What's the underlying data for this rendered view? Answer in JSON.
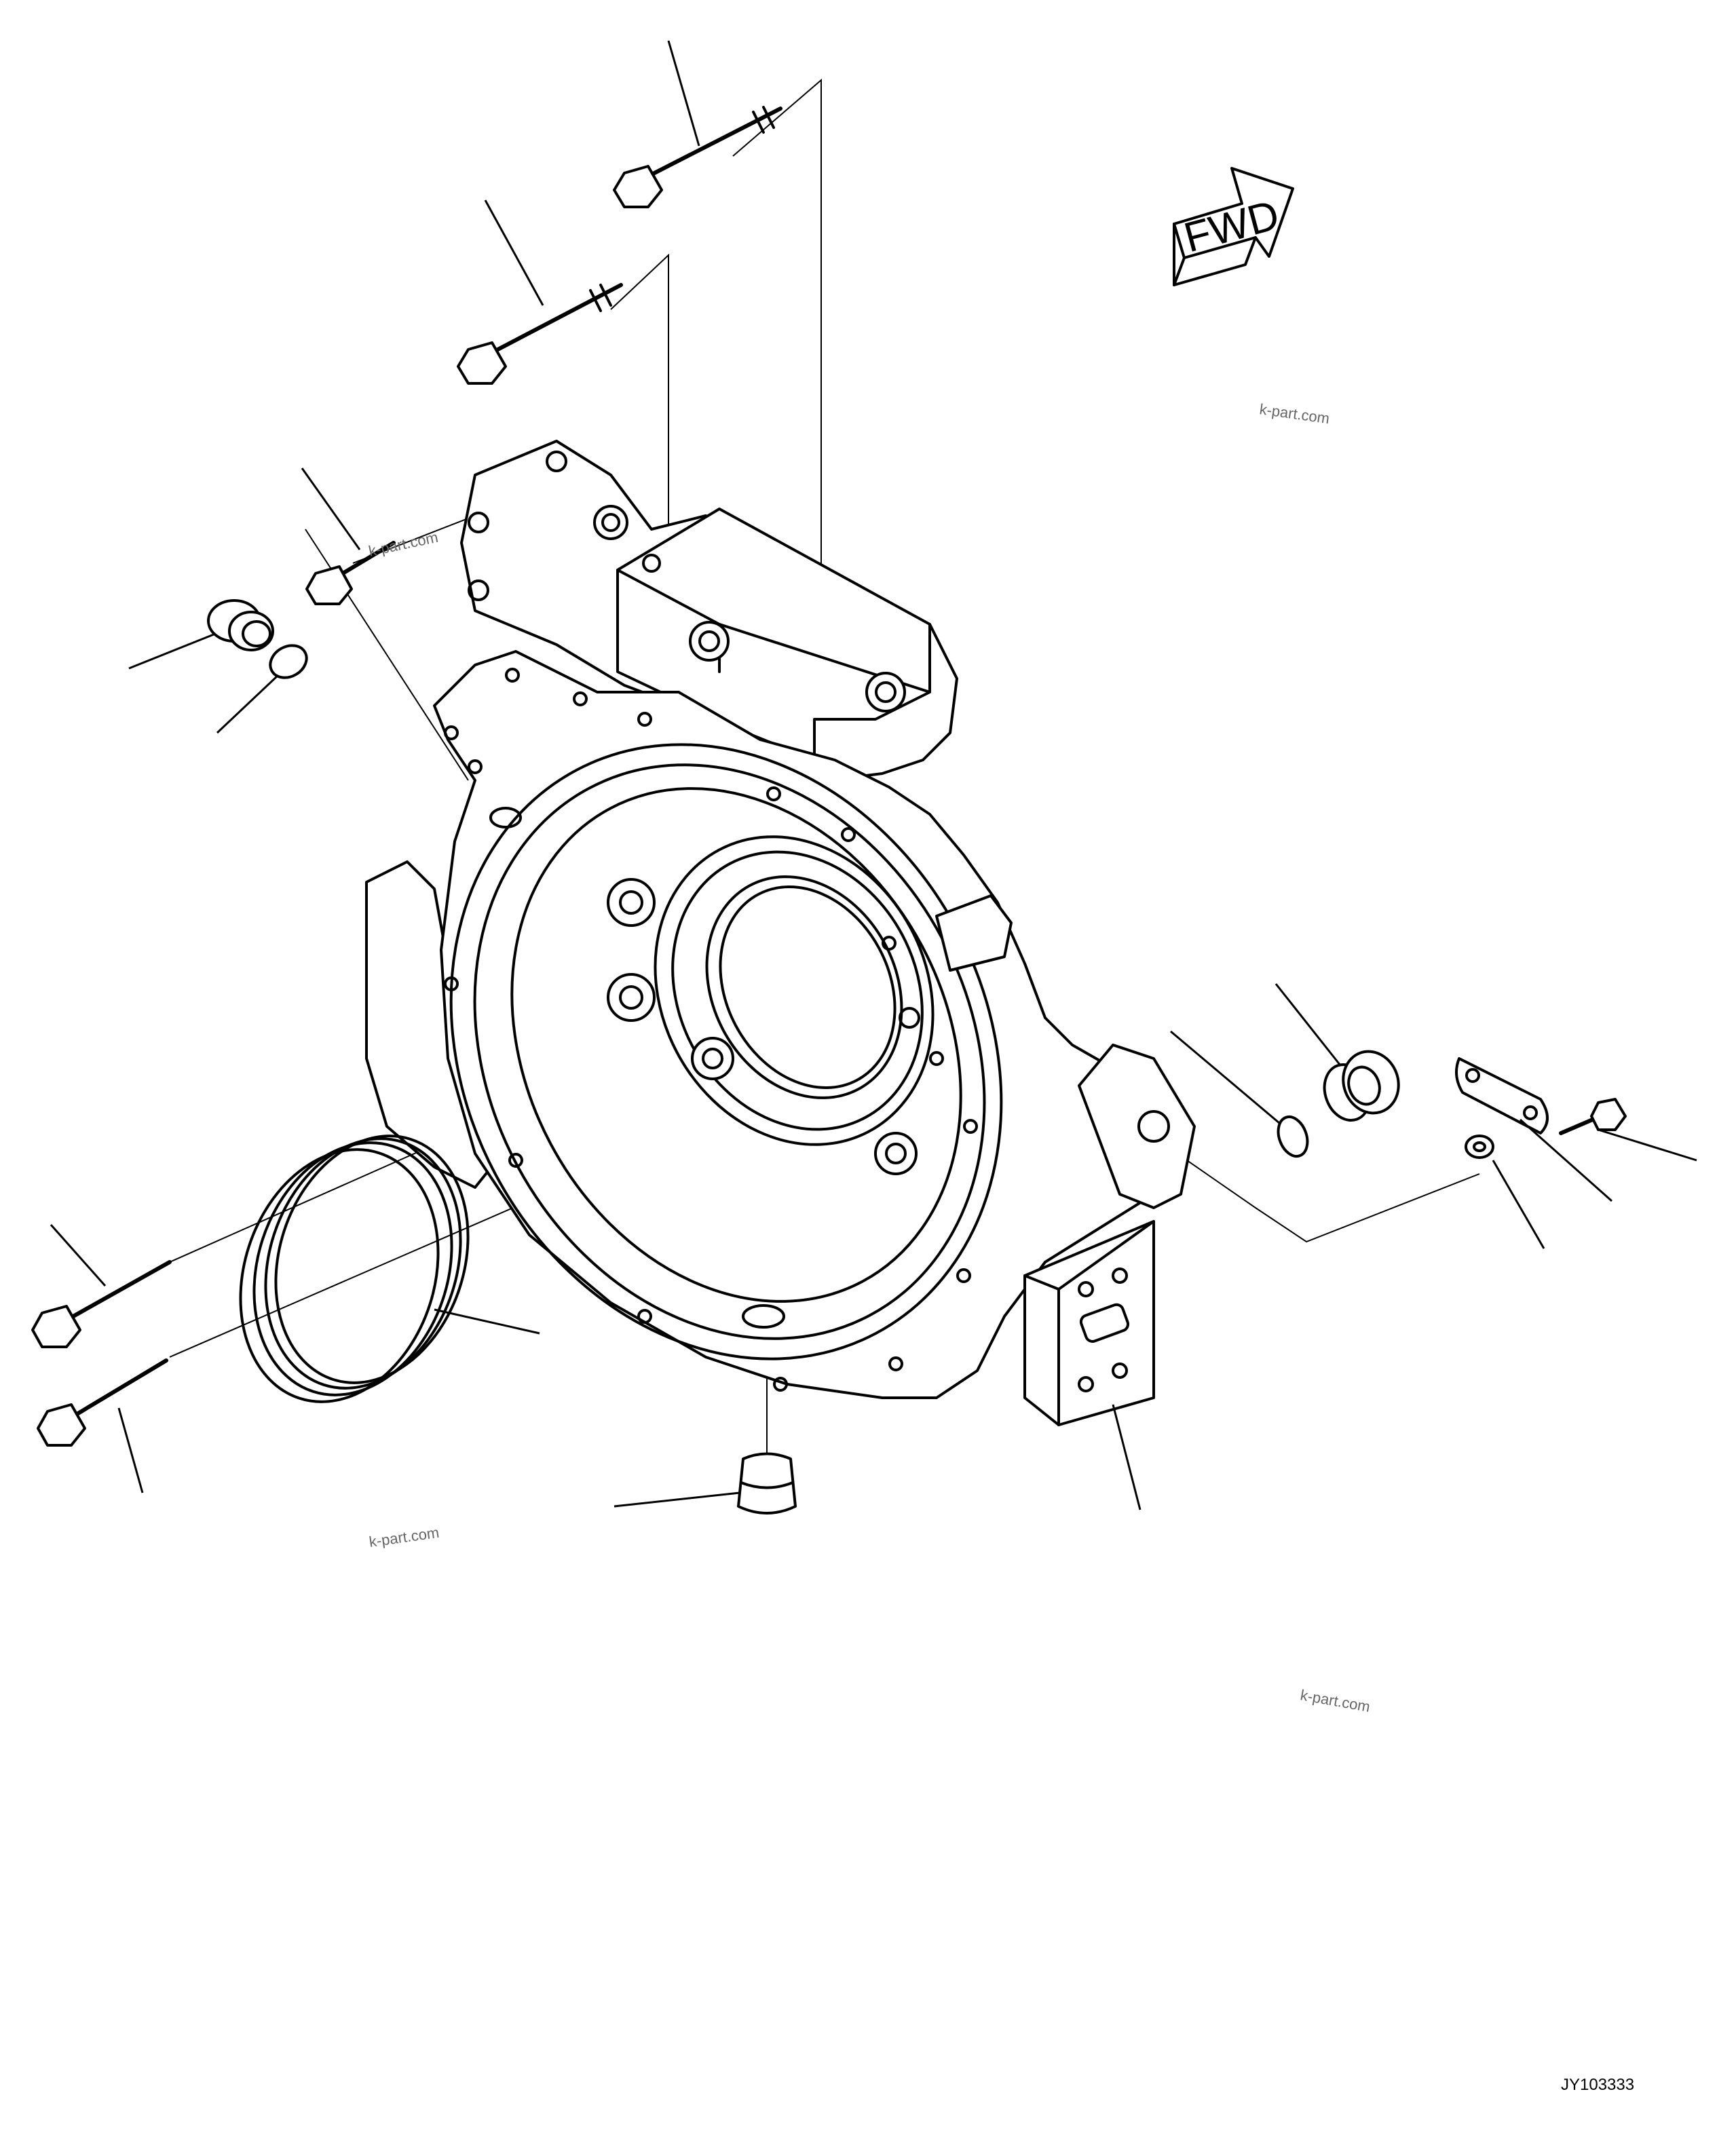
{
  "diagram": {
    "arrow_label": "FWD",
    "drawing_code": "JY103333",
    "watermarks": [
      "k-part.com",
      "k-part.com",
      "k-part.com",
      "k-part.com"
    ]
  }
}
